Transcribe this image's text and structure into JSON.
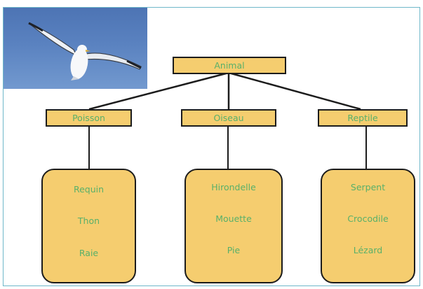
{
  "root": {
    "label": "Animal"
  },
  "categories": [
    {
      "label": "Poisson",
      "items": [
        "Requin",
        "Thon",
        "Raie"
      ]
    },
    {
      "label": "Oiseau",
      "items": [
        "Hirondelle",
        "Mouette",
        "Pie"
      ]
    },
    {
      "label": "Reptile",
      "items": [
        "Serpent",
        "Crocodile",
        "Lézard"
      ]
    }
  ],
  "photo": {
    "subject": "seagull-in-flight"
  },
  "colors": {
    "box_fill": "#f5cd6f",
    "box_border": "#1c1c1c",
    "text": "#58b06a",
    "frame_border": "#6fb7c9",
    "sky": "#5a82c0"
  }
}
